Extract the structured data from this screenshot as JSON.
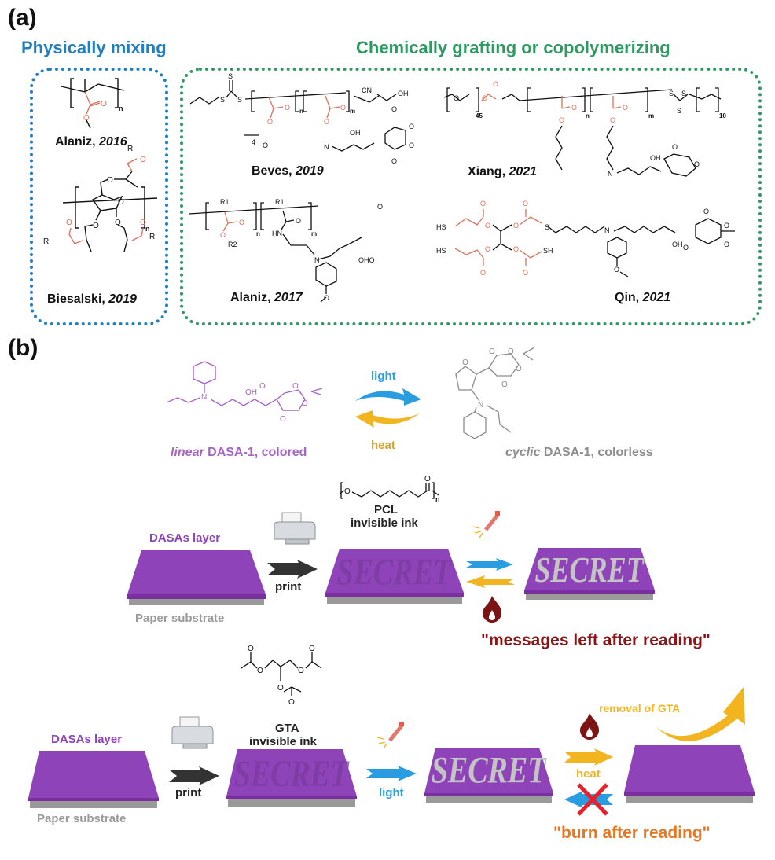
{
  "panel_a": {
    "label": "(a)",
    "group_physical": {
      "title": "Physically mixing",
      "color": "#1f7fc0",
      "entries": [
        {
          "author": "Alaniz,",
          "year": "2016"
        },
        {
          "author": "Biesalski,",
          "year": "2019"
        }
      ]
    },
    "group_chemical": {
      "title": "Chemically grafting or copolymerizing",
      "color": "#2e9a62",
      "entries": [
        {
          "author": "Beves,",
          "year": "2019"
        },
        {
          "author": "Xiang,",
          "year": "2021"
        },
        {
          "author": "Alaniz,",
          "year": "2017"
        },
        {
          "author": "Qin,",
          "year": "2021"
        }
      ]
    },
    "atoms": {
      "S": "S",
      "O": "O",
      "N": "N",
      "OH": "OH",
      "CN": "CN",
      "HN": "HN",
      "HS": "HS",
      "SH": "SH",
      "R": "R",
      "R1": "R1",
      "R2": "R2",
      "n": "n",
      "m": "m",
      "four": "4",
      "fortyfive": "45",
      "ten": "10",
      "OHO": "OHO",
      "OHO2": "OH"
    },
    "ester_color": "#d9735e"
  },
  "panel_b": {
    "label": "(b)",
    "equilibrium": {
      "linear_caption_italic": "linear",
      "linear_caption_rest": " DASA-1, colored",
      "linear_color": "#a665c4",
      "cyclic_caption_italic": "cyclic",
      "cyclic_caption_rest": " DASA-1, colorless",
      "cyclic_color": "#8c8c8c",
      "forward_label": "light",
      "reverse_label": "heat",
      "light_color": "#2a9de0",
      "heat_color": "#f2b51f"
    },
    "scheme1": {
      "layer_label": "DASAs layer",
      "substrate_label": "Paper substrate",
      "print_label": "print",
      "ink_name": "PCL",
      "ink_label": "invisible ink",
      "secret_text": "SECRET",
      "caption": "\"messages left after reading\"",
      "caption_color": "#8b1414"
    },
    "scheme2": {
      "layer_label": "DASAs layer",
      "substrate_label": "Paper substrate",
      "print_label": "print",
      "ink_name": "GTA",
      "ink_label": "invisible ink",
      "secret_text": "SECRET",
      "light_label": "light",
      "heat_label": "heat",
      "removal_label": "removal of GTA",
      "caption": "\"burn after reading\"",
      "caption_color": "#e87722"
    },
    "colors": {
      "purple": "#8e44b8",
      "purple_dark": "#7a2f9e",
      "paper_gray": "#9a9a9a",
      "secret_gray": "#c4c4c4",
      "flame": "#7d1414",
      "cross": "#e8202a"
    }
  }
}
